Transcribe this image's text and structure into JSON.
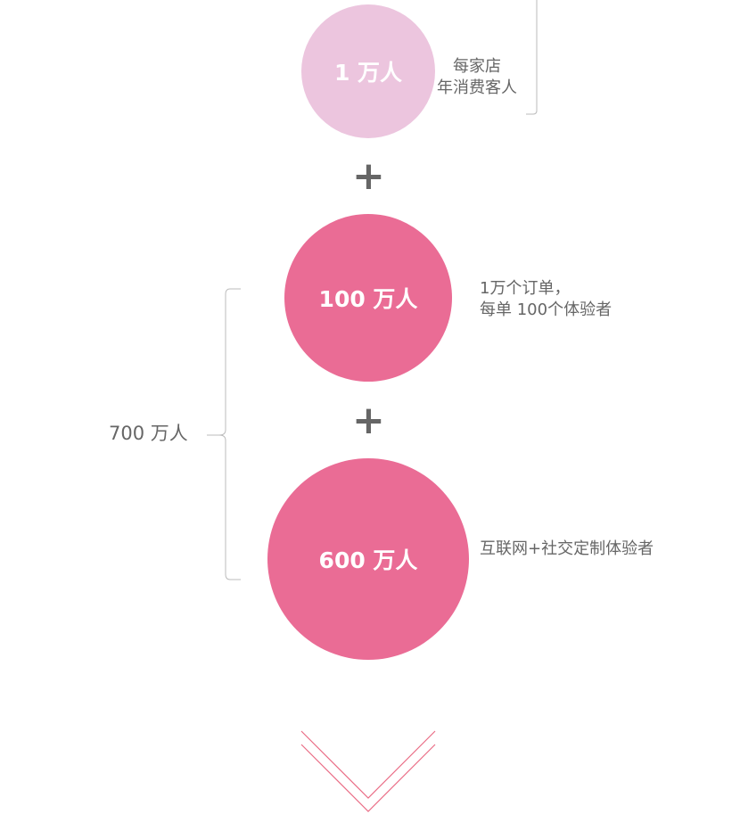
{
  "colors": {
    "light_pink": "#ecc5de",
    "pink": "#ea6c95",
    "text": "#666666"
  },
  "items": [
    {
      "value": "1 万人",
      "note_lines": [
        "每家店",
        "年消费客人"
      ]
    },
    {
      "value": "100 万人",
      "note_lines": [
        "1万个订单，",
        "每单 100个体验者"
      ]
    },
    {
      "value": "600 万人",
      "note_lines": [
        "互联网+社交定制体验者"
      ]
    }
  ],
  "plus_sign": "+",
  "total": "700 万人"
}
